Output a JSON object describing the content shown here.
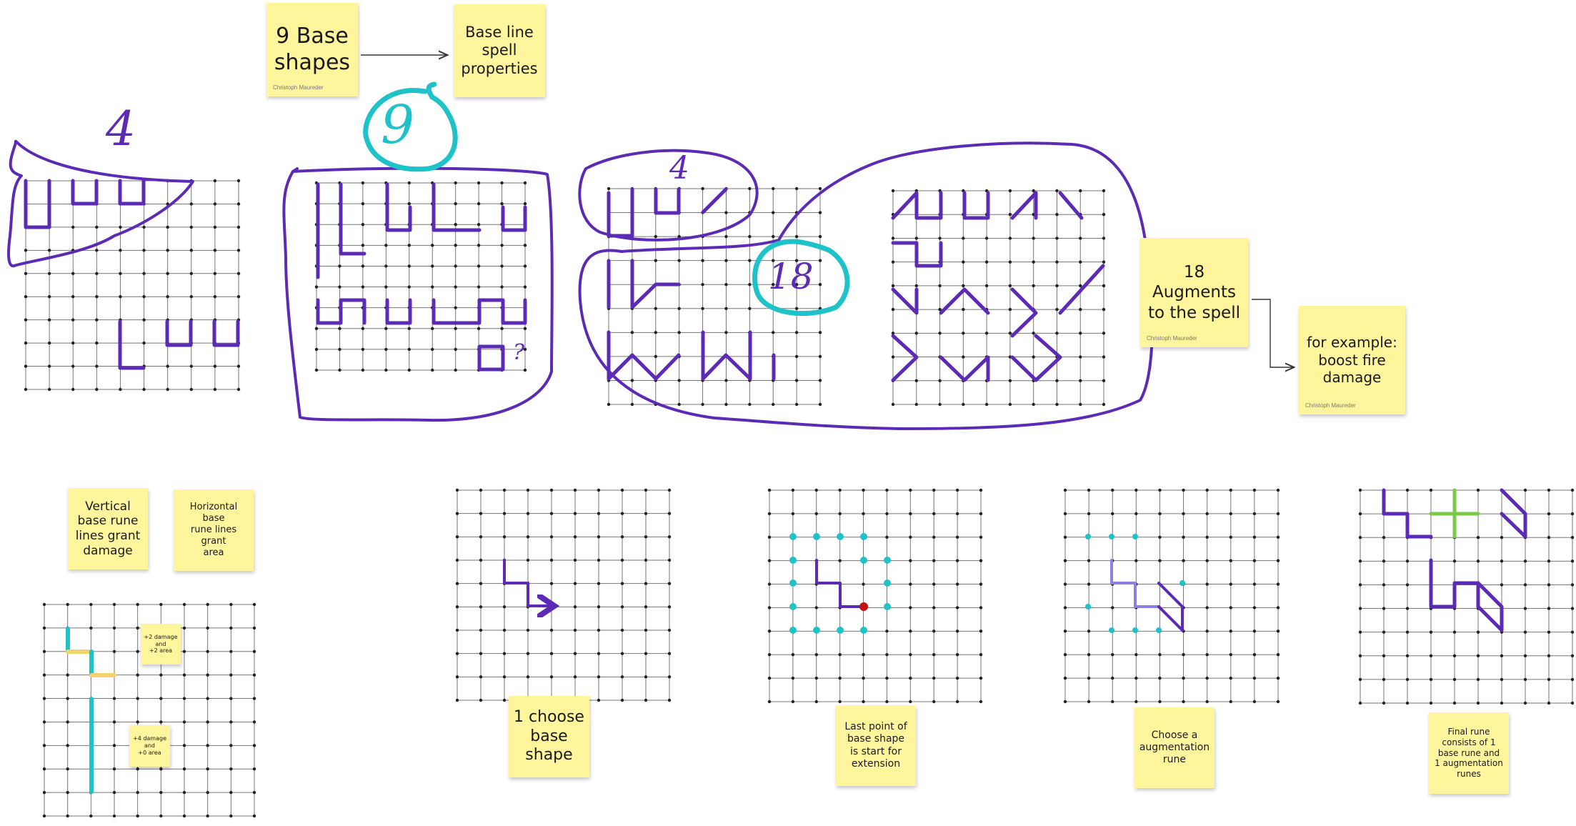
{
  "colors": {
    "sticky": "#fff59d",
    "ink_purple": "#5b2bb5",
    "ink_teal": "#1fc2c8",
    "ink_yellow": "#f2d36b",
    "ink_green": "#7bc94a",
    "marker_red": "#c2100f",
    "grid_line": "#777777",
    "grid_dot": "#222222"
  },
  "notes": {
    "base_shapes": "9 Base\nshapes",
    "base_shapes_author": "Christoph Maureder",
    "base_line": "Base line\nspell\nproperties",
    "augments": "18\nAugments\nto the spell",
    "augments_author": "Christoph Maureder",
    "example": "for example:\nboost fire\ndamage",
    "example_author": "Christoph Maureder",
    "vertical": "Vertical\nbase rune\nlines grant\ndamage",
    "horizontal": "Horizontal base\nrune lines grant\narea",
    "damage_a": "+2 damage\nand\n+2 area",
    "damage_b": "+4 damage\nand\n+0 area",
    "step1": "1 choose\nbase\nshape",
    "step2": "Last point of\nbase shape\nis start for\nextension",
    "step3": "Choose a\naugmentation\nrune",
    "step4": "Final rune\nconsists of 1\nbase rune and\n1 augmentation\nrunes"
  },
  "handwriting": {
    "four_left": "4",
    "nine": "9",
    "four_mid": "4",
    "eighteen": "18",
    "question": "?"
  },
  "icons": {
    "arrow": "arrow-right-icon"
  }
}
